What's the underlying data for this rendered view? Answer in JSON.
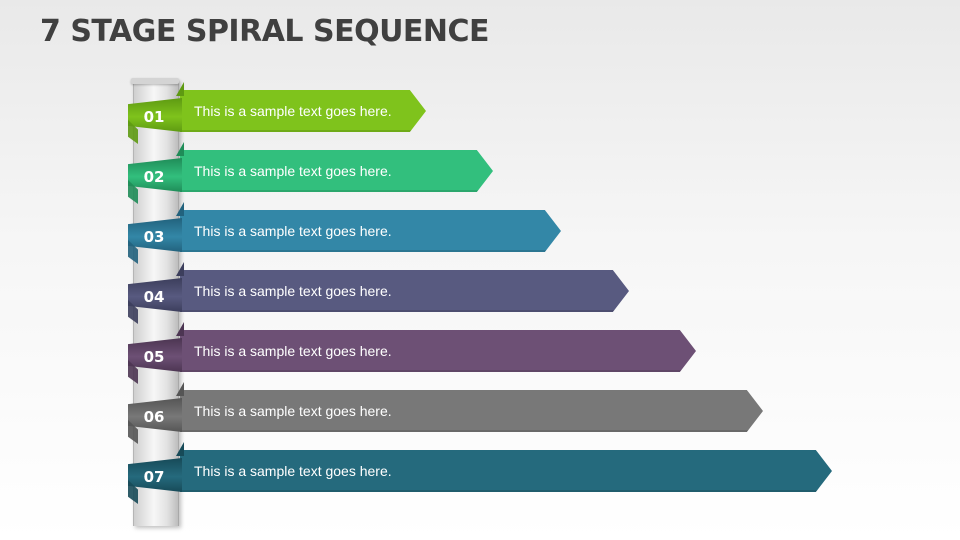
{
  "title": "7 STAGE SPIRAL SEQUENCE",
  "stages": [
    {
      "number": "01",
      "text": "This is a sample text goes here.",
      "color": "#7fc31c",
      "dark": "#5e9a12"
    },
    {
      "number": "02",
      "text": "This is a sample text goes here.",
      "color": "#32bf7d",
      "dark": "#1f8c58"
    },
    {
      "number": "03",
      "text": "This is a sample text goes here.",
      "color": "#3387a7",
      "dark": "#22627d"
    },
    {
      "number": "04",
      "text": "This is a sample text goes here.",
      "color": "#585a80",
      "dark": "#3c3e5c"
    },
    {
      "number": "05",
      "text": "This is a sample text goes here.",
      "color": "#6d5075",
      "dark": "#4c3552"
    },
    {
      "number": "06",
      "text": "This is a sample text goes here.",
      "color": "#787878",
      "dark": "#555555"
    },
    {
      "number": "07",
      "text": "This is a sample text goes here.",
      "color": "#256a7d",
      "dark": "#174a58"
    }
  ]
}
